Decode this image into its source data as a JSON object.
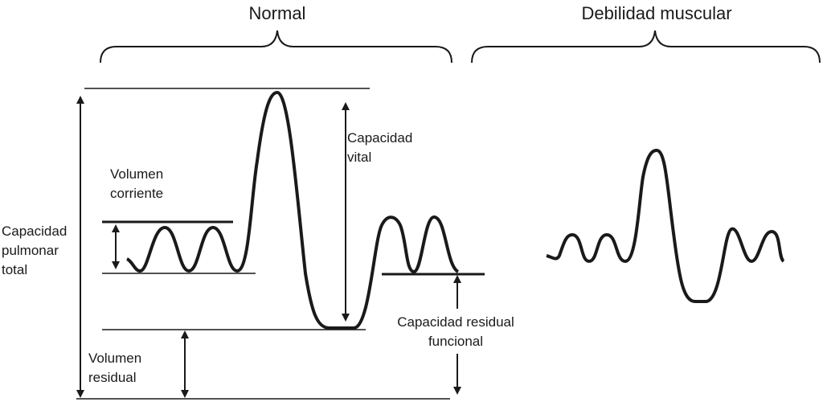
{
  "headers": {
    "normal": "Normal",
    "weakness": "Debilidad muscular"
  },
  "labels": {
    "vital_capacity": [
      "Capacidad",
      "vital"
    ],
    "tidal_volume": [
      "Volumen",
      "corriente"
    ],
    "total_lung_capacity": [
      "Capacidad",
      "pulmonar",
      "total"
    ],
    "functional_residual_capacity": [
      "Capacidad residual",
      "funcional"
    ],
    "residual_volume": [
      "Volumen",
      "residual"
    ]
  },
  "colors": {
    "ink": "#1a1a1a"
  }
}
